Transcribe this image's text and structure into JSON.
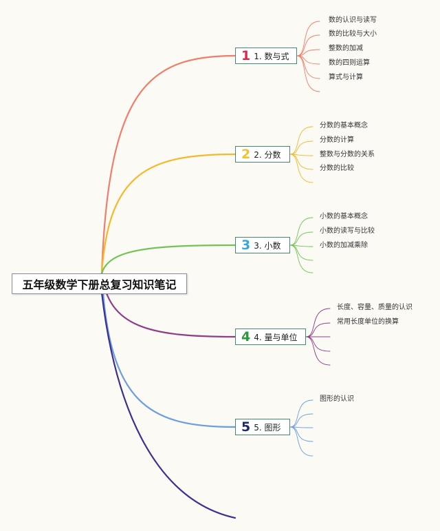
{
  "root": {
    "title": "五年级数学下册总复习知识笔记"
  },
  "branches": [
    {
      "number": "1",
      "label": "1. 数与式",
      "color": "#f07c6a",
      "num_color": "#d9284a",
      "leaves": [
        "数的认识与读写",
        "数的比较与大小",
        "整数的加减",
        "数的四则运算",
        "算式与计算"
      ]
    },
    {
      "number": "2",
      "label": "2. 分数",
      "color": "#f5b82a",
      "num_color": "#f2c12e",
      "leaves": [
        "分数的基本概念",
        "分数的计算",
        "整数与分数的关系",
        "分数的比较"
      ]
    },
    {
      "number": "3",
      "label": "3. 小数",
      "color": "#72c354",
      "num_color": "#3aa6d8",
      "leaves": [
        "小数的基本概念",
        "小数的读写与比较",
        "小数的加减乘除"
      ]
    },
    {
      "number": "4",
      "label": "4. 量与单位",
      "color": "#8e3d86",
      "num_color": "#2b9a3a",
      "leaves": [
        "长度、容量、质量的认识",
        "常用长度单位的换算"
      ]
    },
    {
      "number": "5",
      "label": "5. 图形",
      "color": "#6a9ede",
      "num_color": "#1b2a6e",
      "leaves": [
        "图形的认识"
      ]
    }
  ],
  "extra_branch_color": "#3b2f8f"
}
